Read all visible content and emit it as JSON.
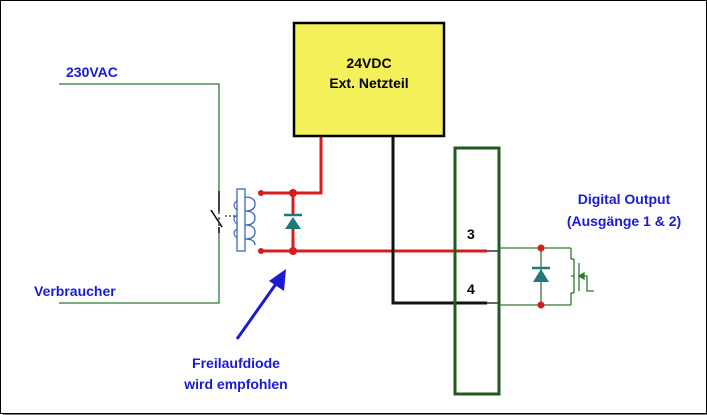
{
  "labels": {
    "ac": "230VAC",
    "load": "Verbraucher",
    "psu_line1": "24VDC",
    "psu_line2": "Ext. Netzteil",
    "do_line1": "Digital Output",
    "do_line2": "(Ausgänge 1 & 2)",
    "diode_line1": "Freilaufdiode",
    "diode_line2": "wird empfohlen",
    "term3": "3",
    "term4": "4"
  },
  "colors": {
    "positive_wire": "#d41e1e",
    "negative_wire": "#111111",
    "ac_wire": "#2f7a2f",
    "terminal_block": "#1f5a1f",
    "psu_fill": "#f4f05a",
    "relay_coil": "#3a66b8",
    "arrow": "#1a1ad6",
    "label_blue": "#1a1ad6"
  }
}
